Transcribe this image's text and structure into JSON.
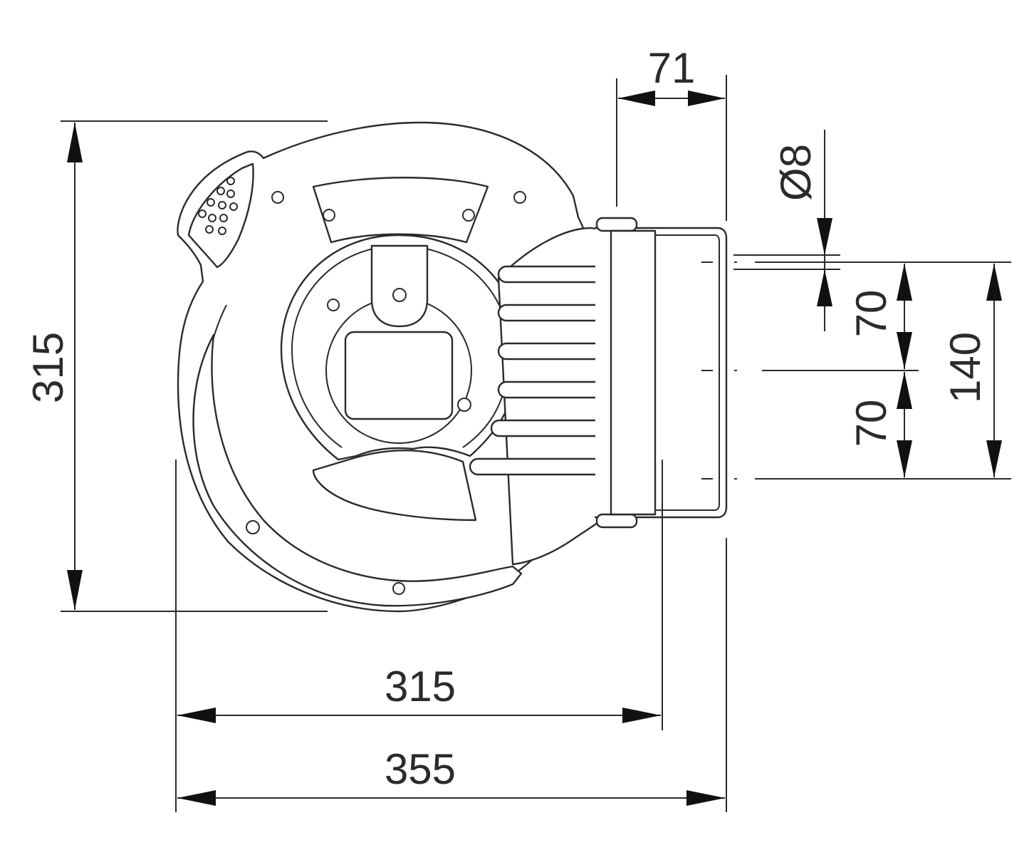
{
  "dimensions": {
    "height_total": "315",
    "width_body": "315",
    "width_total": "355",
    "bracket_depth": "71",
    "hole_diameter": "Ø8",
    "hole_spacing_upper": "70",
    "hole_spacing_lower": "70",
    "hole_spacing_total": "140"
  },
  "colors": {
    "line": "#2b2b2b",
    "arrow": "#111111",
    "background": "#ffffff"
  }
}
